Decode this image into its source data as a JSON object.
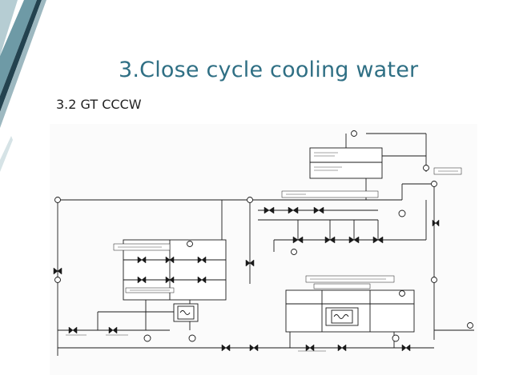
{
  "slide": {
    "title": "3.Close cycle cooling water",
    "subtitle": "3.2 GT CCCW",
    "accent_color": "#2f6f84",
    "stripe_colors": [
      "#23424f",
      "#6e9aa6",
      "#b6cdd3"
    ]
  },
  "diagram": {
    "kind": "piping-and-instrumentation-diagram",
    "icons": [
      "valve-icon",
      "instrument-bubble-icon",
      "heat-exchanger-icon",
      "pump-icon"
    ]
  }
}
